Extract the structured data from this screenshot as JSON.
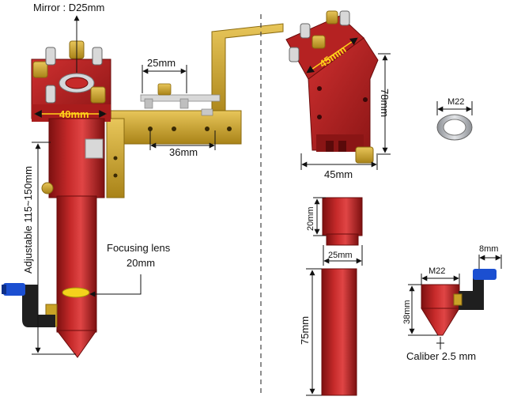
{
  "labels": {
    "mirror": "Mirror : D25mm",
    "width_40": "40mm",
    "width_25": "25mm",
    "width_36": "36mm",
    "adjustable": "Adjustable 115~150mm",
    "focusing_lens_line1": "Focusing lens",
    "focusing_lens_line2": "20mm",
    "mount_45_diag": "45mm",
    "mount_78": "78mm",
    "mount_45_bottom": "45mm",
    "ring_m22": "M22",
    "tube_20": "20mm",
    "tube_25": "25mm",
    "tube_75": "75mm",
    "nozzle_m22": "M22",
    "nozzle_38": "38mm",
    "nozzle_8": "8mm",
    "caliber": "Caliber 2.5 mm"
  },
  "colors": {
    "red_anodized": "#b81f1f",
    "red_dark": "#7c1010",
    "brass": "#c9a227",
    "steel": "#b9bcc0",
    "fitting_blue": "#1b4fd1",
    "fitting_black": "#1f1f1f",
    "yellow_text": "#ffd21a"
  },
  "icons": {
    "knob": "knurled-knob-icon",
    "spring": "spring-icon",
    "fitting": "push-in-fitting-icon"
  }
}
